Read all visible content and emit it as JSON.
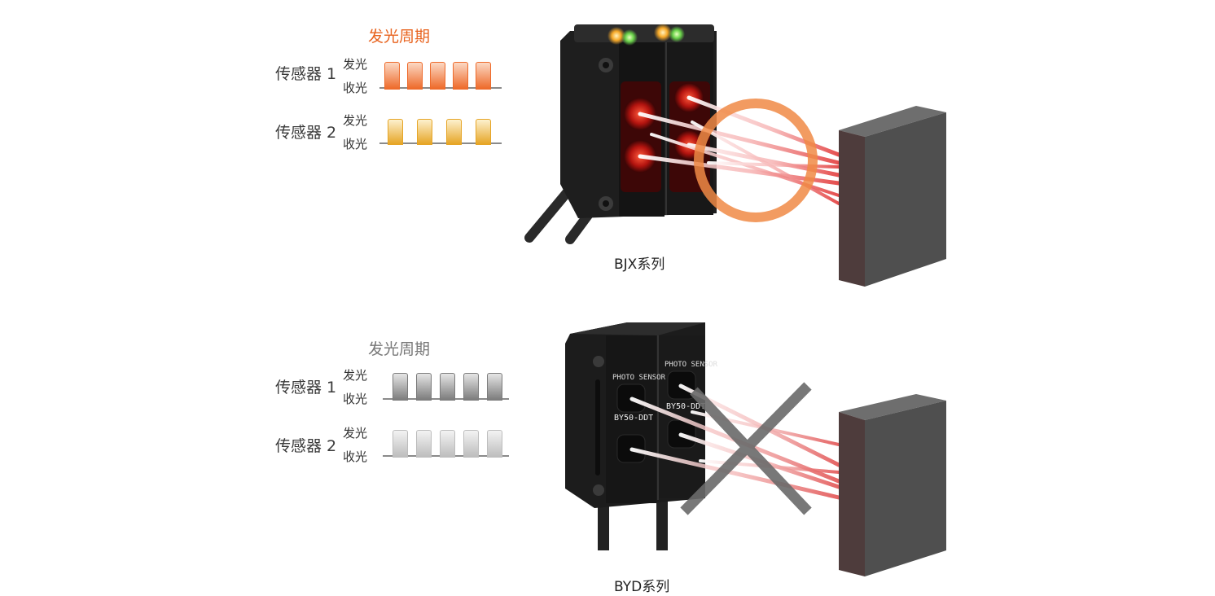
{
  "panels": [
    {
      "id": "bjx",
      "cycle_title": "发光周期",
      "cycle_title_color": "#e8631e",
      "sensors": [
        {
          "label": "传感器 1",
          "emit_label": "发光",
          "receive_label": "收光",
          "pulse_count": 5,
          "color_top": "#fbd8c4",
          "color_bottom": "#ee6a2a"
        },
        {
          "label": "传感器 2",
          "emit_label": "发光",
          "receive_label": "收光",
          "pulse_count": 4,
          "color_top": "#fdf1cf",
          "color_bottom": "#e6a526"
        }
      ],
      "caption": "BJX系列",
      "indicator": "interference-free-circle",
      "indicator_color": "#f08a45"
    },
    {
      "id": "byd",
      "cycle_title": "发光周期",
      "cycle_title_color": "#777777",
      "sensors": [
        {
          "label": "传感器 1",
          "emit_label": "发光",
          "receive_label": "收光",
          "pulse_count": 5,
          "color_top": "#e5e5e5",
          "color_bottom": "#7c7c7c"
        },
        {
          "label": "传感器 2",
          "emit_label": "发光",
          "receive_label": "收光",
          "pulse_count": 5,
          "color_top": "#f3f3f3",
          "color_bottom": "#bdbdbd"
        }
      ],
      "caption": "BYD系列",
      "indicator": "interference-cross",
      "indicator_color": "#6a6a6a",
      "device_labels": [
        "PHOTO SENSOR",
        "BY50-DDT"
      ]
    }
  ]
}
